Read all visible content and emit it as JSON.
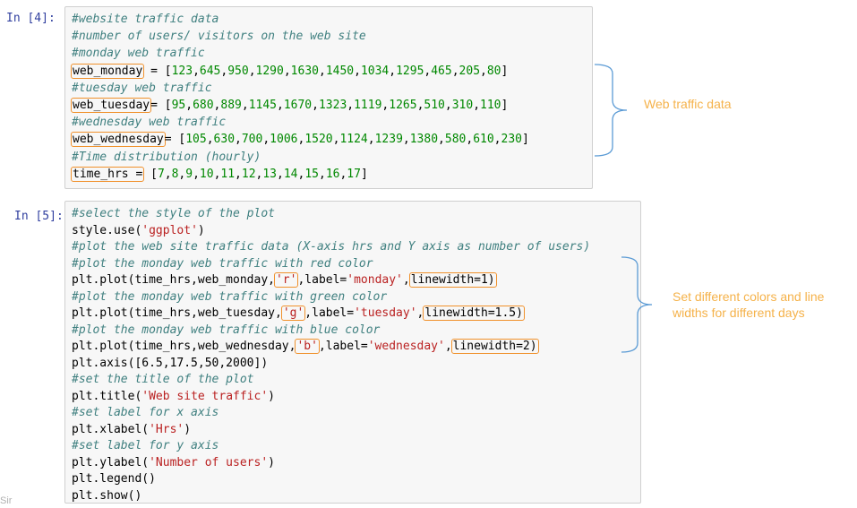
{
  "cell4": {
    "prompt": "In [4]:",
    "lines": [
      [
        {
          "t": "#website traffic data",
          "c": "cm"
        }
      ],
      [
        {
          "t": "#number of users/ visitors on the web site",
          "c": "cm"
        }
      ],
      [
        {
          "t": "#monday web traffic",
          "c": "cm"
        }
      ],
      [
        {
          "t": "web_monday",
          "c": "hl"
        },
        {
          "t": " = [",
          "c": ""
        },
        {
          "t": "123",
          "c": "nm"
        },
        {
          "t": ",",
          "c": ""
        },
        {
          "t": "645",
          "c": "nm"
        },
        {
          "t": ",",
          "c": ""
        },
        {
          "t": "950",
          "c": "nm"
        },
        {
          "t": ",",
          "c": ""
        },
        {
          "t": "1290",
          "c": "nm"
        },
        {
          "t": ",",
          "c": ""
        },
        {
          "t": "1630",
          "c": "nm"
        },
        {
          "t": ",",
          "c": ""
        },
        {
          "t": "1450",
          "c": "nm"
        },
        {
          "t": ",",
          "c": ""
        },
        {
          "t": "1034",
          "c": "nm"
        },
        {
          "t": ",",
          "c": ""
        },
        {
          "t": "1295",
          "c": "nm"
        },
        {
          "t": ",",
          "c": ""
        },
        {
          "t": "465",
          "c": "nm"
        },
        {
          "t": ",",
          "c": ""
        },
        {
          "t": "205",
          "c": "nm"
        },
        {
          "t": ",",
          "c": ""
        },
        {
          "t": "80",
          "c": "nm"
        },
        {
          "t": "]",
          "c": ""
        }
      ],
      [
        {
          "t": "#tuesday web traffic",
          "c": "cm"
        }
      ],
      [
        {
          "t": "web_tuesday",
          "c": "hl"
        },
        {
          "t": "= [",
          "c": ""
        },
        {
          "t": "95",
          "c": "nm"
        },
        {
          "t": ",",
          "c": ""
        },
        {
          "t": "680",
          "c": "nm"
        },
        {
          "t": ",",
          "c": ""
        },
        {
          "t": "889",
          "c": "nm"
        },
        {
          "t": ",",
          "c": ""
        },
        {
          "t": "1145",
          "c": "nm"
        },
        {
          "t": ",",
          "c": ""
        },
        {
          "t": "1670",
          "c": "nm"
        },
        {
          "t": ",",
          "c": ""
        },
        {
          "t": "1323",
          "c": "nm"
        },
        {
          "t": ",",
          "c": ""
        },
        {
          "t": "1119",
          "c": "nm"
        },
        {
          "t": ",",
          "c": ""
        },
        {
          "t": "1265",
          "c": "nm"
        },
        {
          "t": ",",
          "c": ""
        },
        {
          "t": "510",
          "c": "nm"
        },
        {
          "t": ",",
          "c": ""
        },
        {
          "t": "310",
          "c": "nm"
        },
        {
          "t": ",",
          "c": ""
        },
        {
          "t": "110",
          "c": "nm"
        },
        {
          "t": "]",
          "c": ""
        }
      ],
      [
        {
          "t": "#wednesday web traffic",
          "c": "cm"
        }
      ],
      [
        {
          "t": "web_wednesday",
          "c": "hl"
        },
        {
          "t": "= [",
          "c": ""
        },
        {
          "t": "105",
          "c": "nm"
        },
        {
          "t": ",",
          "c": ""
        },
        {
          "t": "630",
          "c": "nm"
        },
        {
          "t": ",",
          "c": ""
        },
        {
          "t": "700",
          "c": "nm"
        },
        {
          "t": ",",
          "c": ""
        },
        {
          "t": "1006",
          "c": "nm"
        },
        {
          "t": ",",
          "c": ""
        },
        {
          "t": "1520",
          "c": "nm"
        },
        {
          "t": ",",
          "c": ""
        },
        {
          "t": "1124",
          "c": "nm"
        },
        {
          "t": ",",
          "c": ""
        },
        {
          "t": "1239",
          "c": "nm"
        },
        {
          "t": ",",
          "c": ""
        },
        {
          "t": "1380",
          "c": "nm"
        },
        {
          "t": ",",
          "c": ""
        },
        {
          "t": "580",
          "c": "nm"
        },
        {
          "t": ",",
          "c": ""
        },
        {
          "t": "610",
          "c": "nm"
        },
        {
          "t": ",",
          "c": ""
        },
        {
          "t": "230",
          "c": "nm"
        },
        {
          "t": "]",
          "c": ""
        }
      ],
      [
        {
          "t": "#Time distribution (hourly)",
          "c": "cm"
        }
      ],
      [
        {
          "t": "time_hrs =",
          "c": "hl"
        },
        {
          "t": " [",
          "c": ""
        },
        {
          "t": "7",
          "c": "nm"
        },
        {
          "t": ",",
          "c": ""
        },
        {
          "t": "8",
          "c": "nm"
        },
        {
          "t": ",",
          "c": ""
        },
        {
          "t": "9",
          "c": "nm"
        },
        {
          "t": ",",
          "c": ""
        },
        {
          "t": "10",
          "c": "nm"
        },
        {
          "t": ",",
          "c": ""
        },
        {
          "t": "11",
          "c": "nm"
        },
        {
          "t": ",",
          "c": ""
        },
        {
          "t": "12",
          "c": "nm"
        },
        {
          "t": ",",
          "c": ""
        },
        {
          "t": "13",
          "c": "nm"
        },
        {
          "t": ",",
          "c": ""
        },
        {
          "t": "14",
          "c": "nm"
        },
        {
          "t": ",",
          "c": ""
        },
        {
          "t": "15",
          "c": "nm"
        },
        {
          "t": ",",
          "c": ""
        },
        {
          "t": "16",
          "c": "nm"
        },
        {
          "t": ",",
          "c": ""
        },
        {
          "t": "17",
          "c": "nm"
        },
        {
          "t": "]",
          "c": ""
        }
      ]
    ],
    "annotation": "Web traffic data"
  },
  "cell5": {
    "prompt": "In [5]:",
    "lines": [
      [
        {
          "t": "#select the style of the plot",
          "c": "cm"
        }
      ],
      [
        {
          "t": "style.use(",
          "c": ""
        },
        {
          "t": "'ggplot'",
          "c": "st"
        },
        {
          "t": ")",
          "c": ""
        }
      ],
      [
        {
          "t": "#plot the web site traffic data (X-axis hrs and Y axis as number of users)",
          "c": "cm"
        }
      ],
      [
        {
          "t": "#plot the monday web traffic with red color",
          "c": "cm"
        }
      ],
      [
        {
          "t": "plt.plot(time_hrs,web_monday,",
          "c": ""
        },
        {
          "t": "'r'",
          "c": "st hl"
        },
        {
          "t": ",label=",
          "c": ""
        },
        {
          "t": "'monday'",
          "c": "st"
        },
        {
          "t": ",",
          "c": ""
        },
        {
          "t": "linewidth=1)",
          "c": "hl"
        }
      ],
      [
        {
          "t": "#plot the monday web traffic with green color",
          "c": "cm"
        }
      ],
      [
        {
          "t": "plt.plot(time_hrs,web_tuesday,",
          "c": ""
        },
        {
          "t": "'g'",
          "c": "st hl"
        },
        {
          "t": ",label=",
          "c": ""
        },
        {
          "t": "'tuesday'",
          "c": "st"
        },
        {
          "t": ",",
          "c": ""
        },
        {
          "t": "linewidth=1.5)",
          "c": "hl"
        }
      ],
      [
        {
          "t": "#plot the monday web traffic with blue color",
          "c": "cm"
        }
      ],
      [
        {
          "t": "plt.plot(time_hrs,web_wednesday,",
          "c": ""
        },
        {
          "t": "'b'",
          "c": "st hl"
        },
        {
          "t": ",label=",
          "c": ""
        },
        {
          "t": "'wednesday'",
          "c": "st"
        },
        {
          "t": ",",
          "c": ""
        },
        {
          "t": "linewidth=2)",
          "c": "hl"
        }
      ],
      [
        {
          "t": "plt.axis([6.5,17.5,50,2000])",
          "c": ""
        }
      ],
      [
        {
          "t": "#set the title of the plot",
          "c": "cm"
        }
      ],
      [
        {
          "t": "plt.title(",
          "c": ""
        },
        {
          "t": "'Web site traffic'",
          "c": "st"
        },
        {
          "t": ")",
          "c": ""
        }
      ],
      [
        {
          "t": "#set label for x axis",
          "c": "cm"
        }
      ],
      [
        {
          "t": "plt.xlabel(",
          "c": ""
        },
        {
          "t": "'Hrs'",
          "c": "st"
        },
        {
          "t": ")",
          "c": ""
        }
      ],
      [
        {
          "t": "#set label for y axis",
          "c": "cm"
        }
      ],
      [
        {
          "t": "plt.ylabel(",
          "c": ""
        },
        {
          "t": "'Number of users'",
          "c": "st"
        },
        {
          "t": ")",
          "c": ""
        }
      ],
      [
        {
          "t": "plt.legend()",
          "c": ""
        }
      ],
      [
        {
          "t": "plt.show()",
          "c": ""
        }
      ]
    ],
    "annotation": "Set different colors and line widths for different days"
  },
  "footer": "Sir",
  "colors": {
    "annotation": "#f5b24a",
    "highlight": "#f0912c",
    "prompt": "#303f9f",
    "comment": "#408080",
    "string": "#ba2121",
    "number": "#008800"
  }
}
